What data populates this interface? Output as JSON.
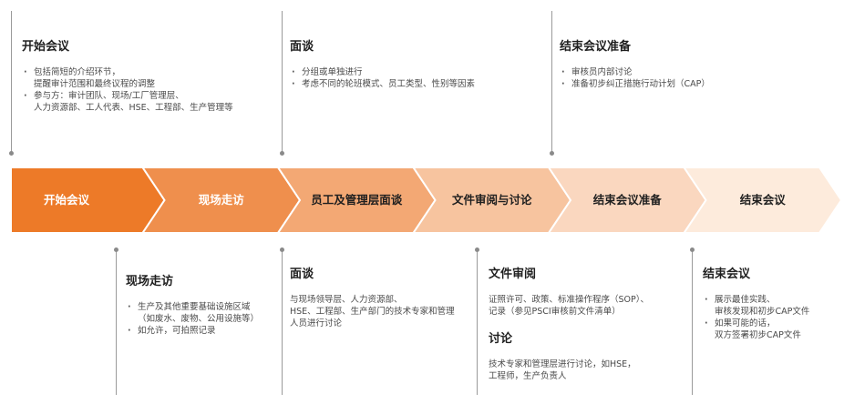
{
  "process_steps": [
    {
      "label": "开始会议",
      "color": "#ed7a28",
      "text_color": "#ffffff"
    },
    {
      "label": "现场走访",
      "color": "#ef8f4d",
      "text_color": "#ffffff"
    },
    {
      "label": "员工及管理层面谈",
      "color": "#f3a874",
      "text_color": "#1f1f1f"
    },
    {
      "label": "文件审阅与讨论",
      "color": "#f7c49f",
      "text_color": "#1f1f1f"
    },
    {
      "label": "结束会议准备",
      "color": "#fad7bf",
      "text_color": "#1f1f1f"
    },
    {
      "label": "结束会议",
      "color": "#fdebdc",
      "text_color": "#1f1f1f"
    }
  ],
  "top_notes": [
    {
      "title": "开始会议",
      "bullets": [
        "包括简短的介绍环节，\n提醒审计范围和最终议程的调整",
        "参与方：审计团队、现场/工厂管理层、\n人力资源部、工人代表、HSE、工程部、生产管理等"
      ]
    },
    {
      "title": "面谈",
      "bullets": [
        "分组或单独进行",
        "考虑不同的轮班模式、员工类型、性别等因素"
      ]
    },
    {
      "title": "结束会议准备",
      "bullets": [
        "审核员内部讨论",
        "准备初步纠正措施行动计划（CAP）"
      ]
    }
  ],
  "bottom_notes": [
    {
      "title": "现场走访",
      "bullets": [
        "生产及其他重要基础设施区域\n（如废水、废物、公用设施等）",
        "如允许，可拍照记录"
      ]
    },
    {
      "title": "面谈",
      "text": "与现场领导层、人力资源部、\nHSE、工程部、生产部门的技术专家和管理\n人员进行讨论"
    },
    {
      "title": "文件审阅",
      "text": "证照许可、政策、标准操作程序（SOP）、\n记录（参见PSCI审核前文件清单）",
      "title2": "讨论",
      "text2": "技术专家和管理层进行讨论，如HSE，\n工程师，生产负责人"
    },
    {
      "title": "结束会议",
      "bullets": [
        "展示最佳实践、\n审核发现和初步CAP文件",
        "如果可能的话，\n双方签署初步CAP文件"
      ]
    }
  ]
}
